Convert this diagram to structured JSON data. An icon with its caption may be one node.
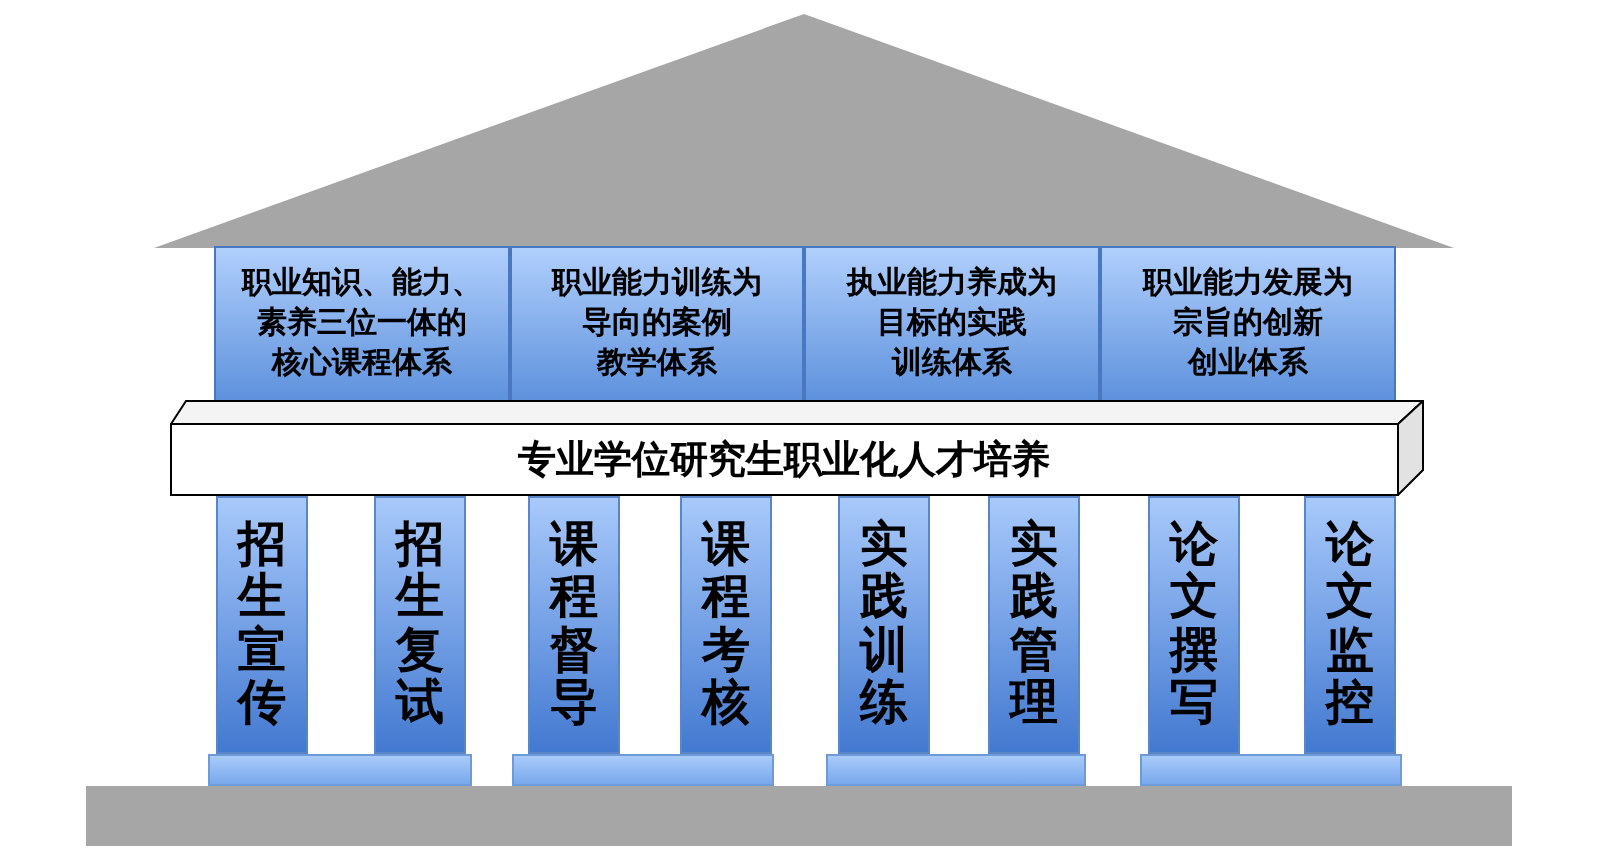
{
  "diagram": {
    "nodes": [
      {
        "text": [],
        "shape": "triangle"
      },
      {
        "text": [
          "职业知识、能力、素养三位一体的核心课程体系"
        ]
      },
      {
        "text": [
          "职业能力训练为导向的案例教学体系"
        ]
      },
      {
        "text": [
          "执业能力养成为目标的实践训练体系"
        ]
      },
      {
        "text": [
          "职业能力发展为宗旨的创新创业体系"
        ]
      },
      {
        "text": [
          "专业学位研究生职业化人才培养"
        ]
      },
      {
        "text": [
          "招生宣传"
        ]
      },
      {
        "text": [
          "招生复试"
        ]
      },
      {
        "text": [
          "课程督导"
        ]
      },
      {
        "text": [
          "课程考核"
        ]
      },
      {
        "text": [
          "实践训练"
        ]
      },
      {
        "text": [
          "实践管理"
        ]
      },
      {
        "text": [
          "论文撰写"
        ]
      },
      {
        "text": [
          "论文监控"
        ]
      },
      {
        "text": [],
        "shape": "bar"
      },
      {
        "text": [],
        "shape": "bar"
      },
      {
        "text": [],
        "shape": "bar"
      },
      {
        "text": [],
        "shape": "bar"
      },
      {
        "text": [],
        "shape": "bar"
      }
    ]
  }
}
